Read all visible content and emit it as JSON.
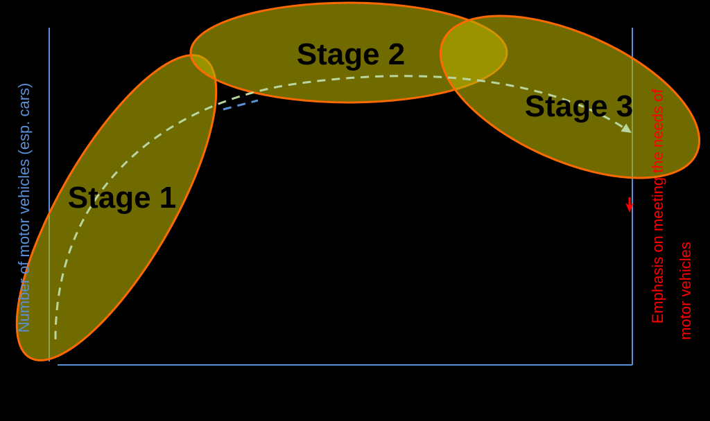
{
  "diagram": {
    "stages": [
      {
        "label": "Stage 1"
      },
      {
        "label": "Stage 2"
      },
      {
        "label": "Stage 3"
      }
    ],
    "y_axis_label": "Number of motor vehicles (esp. cars)",
    "right_axis_label_line1": "Emphasis on meeting the needs of",
    "right_axis_label_line2": "motor vehicles",
    "colors": {
      "background": "#000000",
      "ellipse_fill": "#b5ad00",
      "ellipse_stroke": "#ff6a00",
      "axis": "#5b8fd6",
      "left_label": "#5b8fd6",
      "right_label": "#ff0000",
      "trend_arrow": "#b9d6a0",
      "blue_dash": "#5b8fd6",
      "red_arrow": "#ff0000"
    }
  }
}
